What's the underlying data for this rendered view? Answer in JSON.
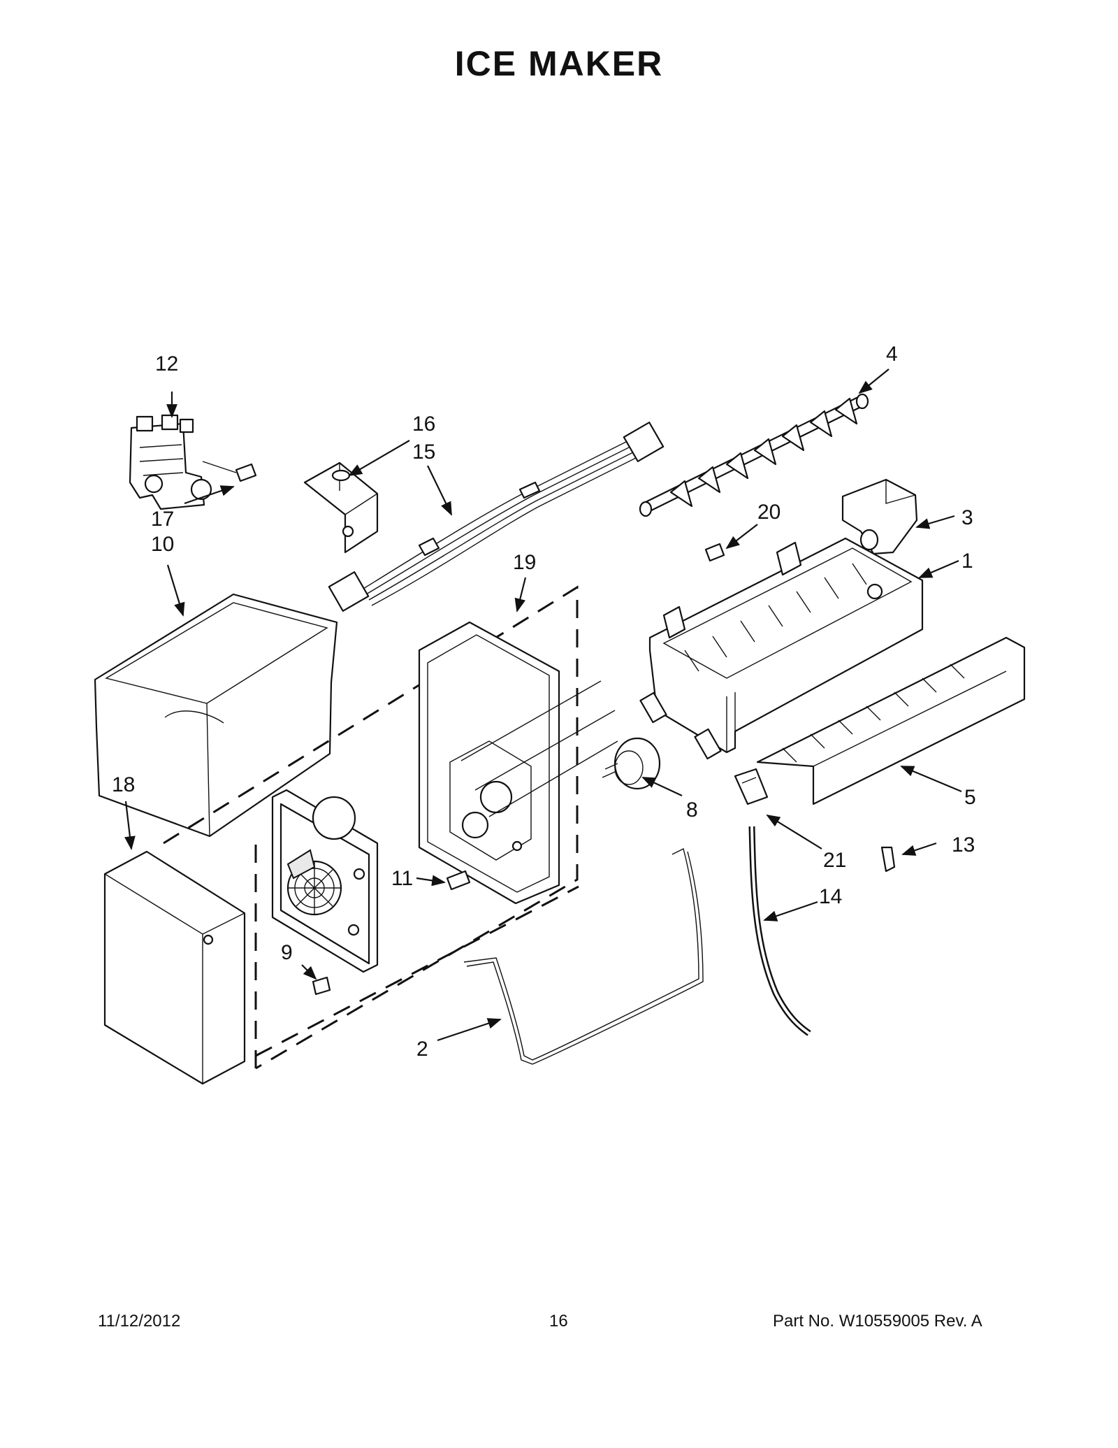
{
  "title": "ICE  MAKER",
  "footer": {
    "date": "11/12/2012",
    "page": "16",
    "part_no": "Part No.  W10559005  Rev.  A"
  },
  "callouts": [
    "1",
    "2",
    "3",
    "4",
    "5",
    "8",
    "9",
    "10",
    "11",
    "12",
    "13",
    "14",
    "15",
    "16",
    "17",
    "18",
    "19",
    "20",
    "21"
  ],
  "colors": {
    "ink": "#111111",
    "paper": "#ffffff",
    "fill_gray": "#e9e9e9"
  }
}
